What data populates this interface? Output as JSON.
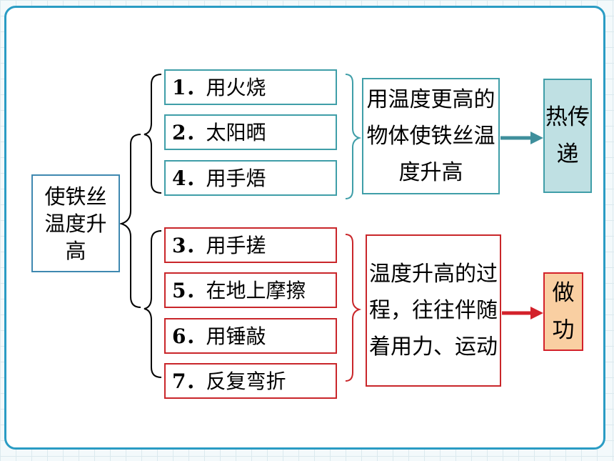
{
  "root": {
    "label": "使铁丝温度升高"
  },
  "group_heat": {
    "items": [
      {
        "num": "1．",
        "text": "用火烧"
      },
      {
        "num": "2．",
        "text": "太阳晒"
      },
      {
        "num": "4．",
        "text": "用手焐"
      }
    ],
    "description": "用温度更高的物体使铁丝温度升高",
    "result": "热传递",
    "color": "#3f9ea8"
  },
  "group_work": {
    "items": [
      {
        "num": "3．",
        "text": "用手搓"
      },
      {
        "num": "5．",
        "text": "在地上摩擦"
      },
      {
        "num": "6．",
        "text": "用锤敲"
      },
      {
        "num": "7．",
        "text": "反复弯折"
      }
    ],
    "description": "温度升高的过程，往往伴随着用力、运动",
    "result": "做功",
    "color": "#c9262a"
  }
}
